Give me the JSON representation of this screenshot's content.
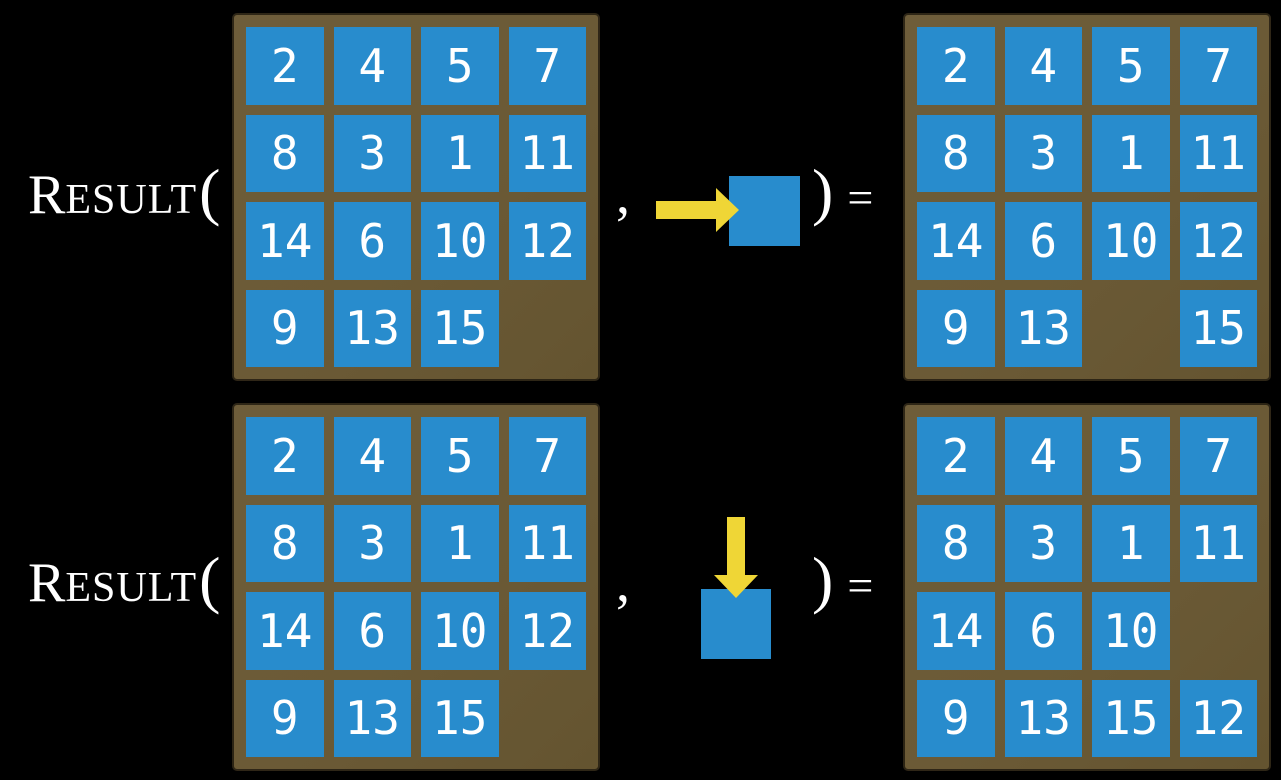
{
  "colors": {
    "background": "#000000",
    "tile_blue": "#288CCD",
    "frame_brown": "#6B5A36",
    "arrow_yellow": "#EFD636",
    "text_white": "#FFFFFF"
  },
  "syntax": {
    "name_initial": "R",
    "name_rest": "ESULT",
    "open_paren": "(",
    "comma": ",",
    "close_paren": ")",
    "equals": "="
  },
  "examples": [
    {
      "name": "slide-right",
      "action": {
        "icon": "arrow-right-icon",
        "direction": "right"
      },
      "state": [
        [
          "2",
          "4",
          "5",
          "7"
        ],
        [
          "8",
          "3",
          "1",
          "11"
        ],
        [
          "14",
          "6",
          "10",
          "12"
        ],
        [
          "9",
          "13",
          "15",
          ""
        ]
      ],
      "result": [
        [
          "2",
          "4",
          "5",
          "7"
        ],
        [
          "8",
          "3",
          "1",
          "11"
        ],
        [
          "14",
          "6",
          "10",
          "12"
        ],
        [
          "9",
          "13",
          "",
          "15"
        ]
      ]
    },
    {
      "name": "slide-down",
      "action": {
        "icon": "arrow-down-icon",
        "direction": "down"
      },
      "state": [
        [
          "2",
          "4",
          "5",
          "7"
        ],
        [
          "8",
          "3",
          "1",
          "11"
        ],
        [
          "14",
          "6",
          "10",
          "12"
        ],
        [
          "9",
          "13",
          "15",
          ""
        ]
      ],
      "result": [
        [
          "2",
          "4",
          "5",
          "7"
        ],
        [
          "8",
          "3",
          "1",
          "11"
        ],
        [
          "14",
          "6",
          "10",
          ""
        ],
        [
          "9",
          "13",
          "15",
          "12"
        ]
      ]
    }
  ]
}
